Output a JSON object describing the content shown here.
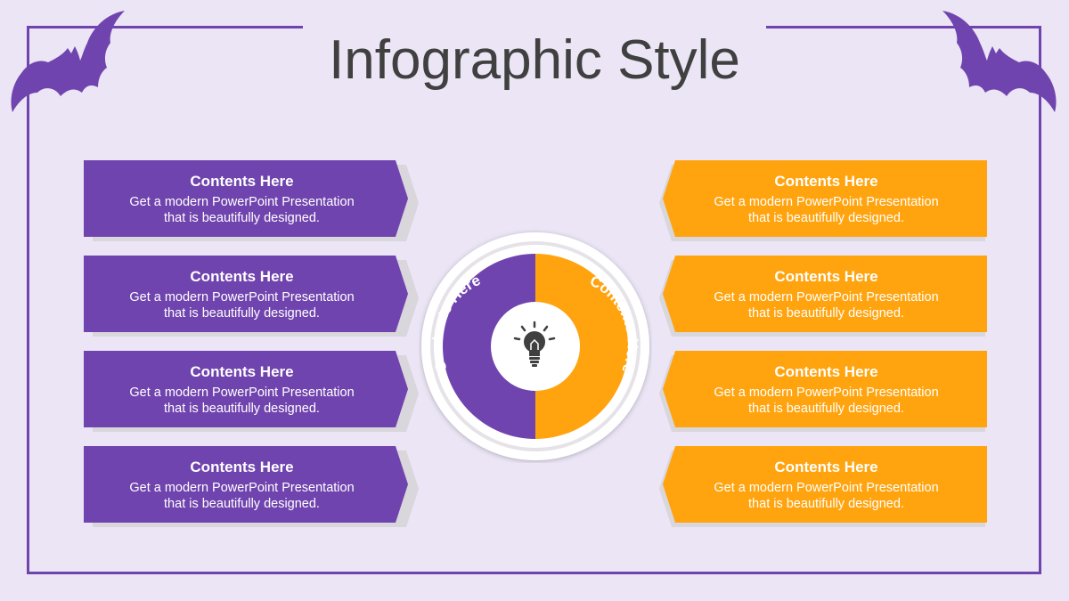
{
  "title": "Infographic Style",
  "colors": {
    "purple": "#7044ae",
    "orange": "#ffa40f",
    "background": "#ebe5f5",
    "shadow": "#d9d6dc"
  },
  "icons": {
    "corner_left": "bat-icon",
    "corner_right": "bat-icon",
    "center": "lightbulb-icon"
  },
  "left_cards": [
    {
      "title": "Contents Here",
      "line1": "Get a modern PowerPoint  Presentation",
      "line2": "that is beautifully designed."
    },
    {
      "title": "Contents Here",
      "line1": "Get a modern PowerPoint  Presentation",
      "line2": "that is beautifully designed."
    },
    {
      "title": "Contents Here",
      "line1": "Get a modern PowerPoint  Presentation",
      "line2": "that is beautifully designed."
    },
    {
      "title": "Contents Here",
      "line1": "Get a modern PowerPoint  Presentation",
      "line2": "that is beautifully designed."
    }
  ],
  "right_cards": [
    {
      "title": "Contents Here",
      "line1": "Get a modern PowerPoint  Presentation",
      "line2": "that is beautifully designed."
    },
    {
      "title": "Contents Here",
      "line1": "Get a modern PowerPoint  Presentation",
      "line2": "that is beautifully designed."
    },
    {
      "title": "Contents Here",
      "line1": "Get a modern PowerPoint  Presentation",
      "line2": "that is beautifully designed."
    },
    {
      "title": "Contents Here",
      "line1": "Get a modern PowerPoint  Presentation",
      "line2": "that is beautifully designed."
    }
  ],
  "center": {
    "left_label": "Contents Here",
    "right_label": "Contents Here"
  }
}
